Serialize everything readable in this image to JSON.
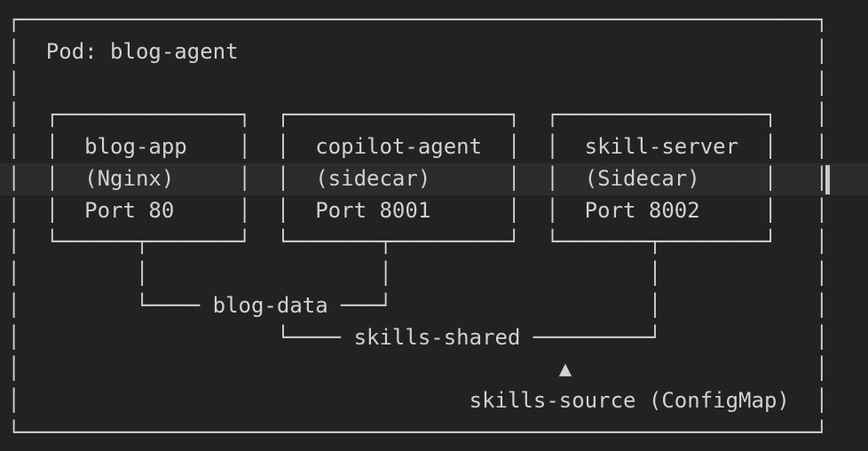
{
  "editor": {
    "background_color": "#222224",
    "text_color": "#d1d1d1",
    "highlight_line_color": "#2c2c2e",
    "cursor_color": "#c8c8c8",
    "highlighted_line_number": 6,
    "cursor_visible": true
  },
  "diagram": {
    "title": "Pod: blog-agent",
    "containers": [
      {
        "name": "blog-app",
        "runtime": "(Nginx)",
        "port": "Port 80"
      },
      {
        "name": "copilot-agent",
        "runtime": "(sidecar)",
        "port": "Port 8001"
      },
      {
        "name": "skill-server",
        "runtime": "(Sidecar)",
        "port": "Port 8002"
      }
    ],
    "volumes": [
      {
        "label": "blog-data",
        "connects": [
          "blog-app",
          "copilot-agent"
        ]
      },
      {
        "label": "skills-shared",
        "connects": [
          "copilot-agent",
          "skill-server"
        ]
      }
    ],
    "source_note": "skills-source (ConfigMap)",
    "arrow_icon": "▲",
    "ascii_lines": [
      " ┌──────────────────────────────────────────────────────────────┐",
      " │  Pod: blog-agent                                             │",
      " │                                                              │",
      " │  ┌──────────────┐  ┌─────────────────┐  ┌────────────────┐   │",
      " │  │  blog-app    │  │  copilot-agent  │  │  skill-server  │   │",
      " │  │  (Nginx)     │  │  (sidecar)      │  │  (Sidecar)     │   │",
      " │  │  Port 80     │  │  Port 8001      │  │  Port 8002     │   │",
      " │  └──────┬───────┘  └───────┬─────────┘  └───────┬────────┘   │",
      " │         │                  │                    │            │",
      " │         └──── blog-data ───┘                    │            │",
      " │                    └──── skills-shared ─────────┘            │",
      " │                                          ▲                   │",
      " │                                   skills-source (ConfigMap)  │",
      " └──────────────────────────────────────────────────────────────┘"
    ]
  }
}
